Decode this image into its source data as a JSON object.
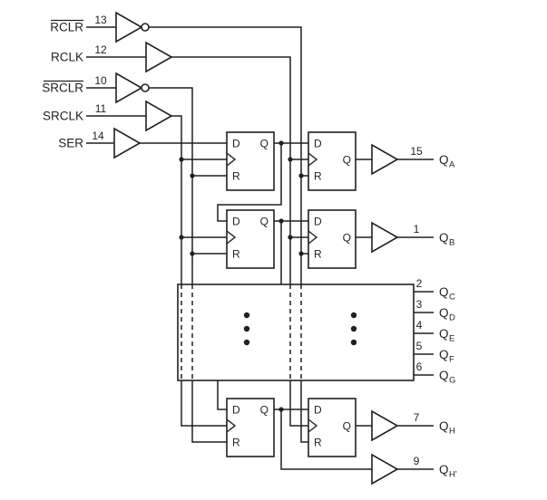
{
  "diagram": {
    "type": "logic-diagram",
    "inputs": [
      {
        "label": "RCLR",
        "pin": "13",
        "overline": true,
        "inverting": true
      },
      {
        "label": "RCLK",
        "pin": "12",
        "overline": false,
        "inverting": false
      },
      {
        "label": "SRCLR",
        "pin": "10",
        "overline": true,
        "inverting": true
      },
      {
        "label": "SRCLK",
        "pin": "11",
        "overline": false,
        "inverting": false
      },
      {
        "label": "SER",
        "pin": "14",
        "overline": false,
        "inverting": false
      }
    ],
    "ff": {
      "d": "D",
      "q": "Q",
      "r": "R"
    },
    "outputs": [
      {
        "pin": "15",
        "base": "Q",
        "sub": "A"
      },
      {
        "pin": "1",
        "base": "Q",
        "sub": "B"
      },
      {
        "pin": "2",
        "base": "Q",
        "sub": "C"
      },
      {
        "pin": "3",
        "base": "Q",
        "sub": "D"
      },
      {
        "pin": "4",
        "base": "Q",
        "sub": "E"
      },
      {
        "pin": "5",
        "base": "Q",
        "sub": "F"
      },
      {
        "pin": "6",
        "base": "Q",
        "sub": "G"
      },
      {
        "pin": "7",
        "base": "Q",
        "sub": "H"
      },
      {
        "pin": "9",
        "base": "Q",
        "sub": "H'"
      }
    ],
    "colors": {
      "line": "#231f20",
      "background": "#ffffff"
    }
  }
}
